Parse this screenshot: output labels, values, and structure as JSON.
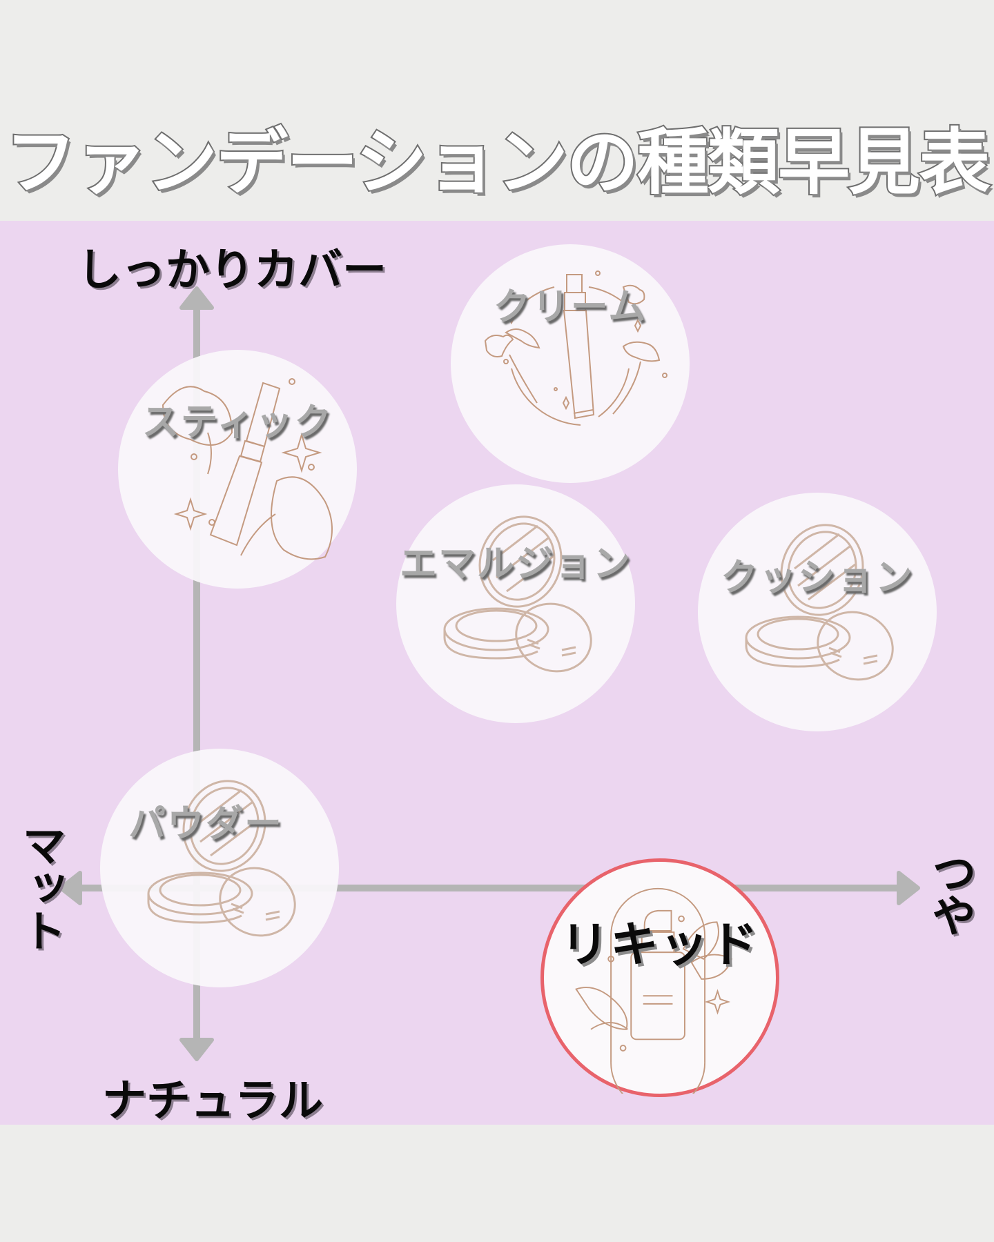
{
  "title": "ファンデーションの種類早見表",
  "axes": {
    "top": "しっかりカバー",
    "bottom": "ナチュラル",
    "left": "マット",
    "right": "つや"
  },
  "colors": {
    "page_background": "#EDEDEB",
    "panel_background": "#ECD6F0",
    "axis": "#B5B5B5",
    "bubble_fill": "#FAF8FB",
    "icon_line": "#C49A80",
    "highlight_border": "#E8636B"
  },
  "foundation_types": [
    {
      "label": "クリーム",
      "icon": "cream-tube-icon",
      "coverage": "high",
      "finish": "dewy-mid",
      "highlighted": false
    },
    {
      "label": "スティック",
      "icon": "stick-lipstick-icon",
      "coverage": "high",
      "finish": "matte-mid",
      "highlighted": false
    },
    {
      "label": "エマルジョン",
      "icon": "compact-icon",
      "coverage": "mid",
      "finish": "dewy-mid",
      "highlighted": false
    },
    {
      "label": "クッション",
      "icon": "compact-icon",
      "coverage": "mid",
      "finish": "dewy",
      "highlighted": false
    },
    {
      "label": "パウダー",
      "icon": "compact-icon",
      "coverage": "natural-mid",
      "finish": "matte",
      "highlighted": false
    },
    {
      "label": "リキッド",
      "icon": "liquid-bottle-icon",
      "coverage": "natural",
      "finish": "dewy-mid",
      "highlighted": true
    }
  ]
}
